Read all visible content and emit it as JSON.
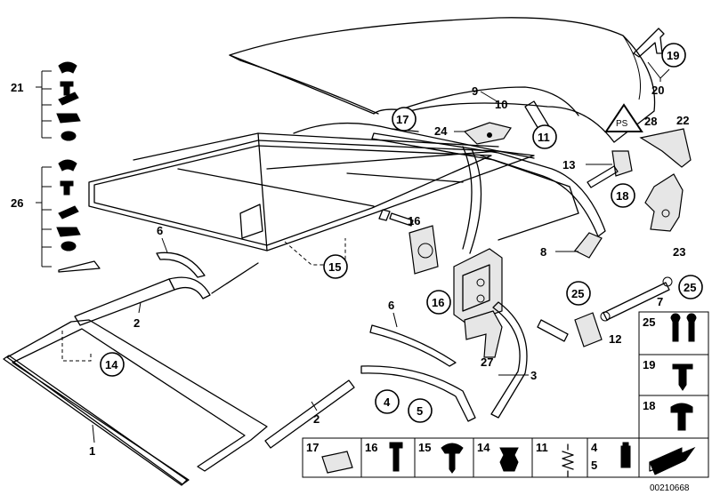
{
  "diagram": {
    "labels": {
      "l1": "1",
      "l2a": "2",
      "l2b": "2",
      "l3": "3",
      "l6a": "6",
      "l6b": "6",
      "l7": "7",
      "l8": "8",
      "l9": "9",
      "l10": "10",
      "l12": "12",
      "l13": "13",
      "l16": "16",
      "l20": "20",
      "l21": "21",
      "l22": "22",
      "l23": "23",
      "l24": "24",
      "l26": "26",
      "l27": "27",
      "l28": "28"
    },
    "circled": {
      "c4": "4",
      "c5": "5",
      "c11": "11",
      "c14": "14",
      "c15": "15",
      "c16": "16",
      "c17": "17",
      "c18": "18",
      "c19": "19",
      "c25a": "25",
      "c25b": "25"
    },
    "side_boxes": {
      "b25": "25",
      "b19": "19",
      "b18": "18"
    },
    "bottom_strip": {
      "b17": "17",
      "b16": "16",
      "b15": "15",
      "b14": "14",
      "b11": "11",
      "b4": "4",
      "b5": "5"
    },
    "warning_symbol_text": "PS",
    "drawing_number": "00210668"
  }
}
